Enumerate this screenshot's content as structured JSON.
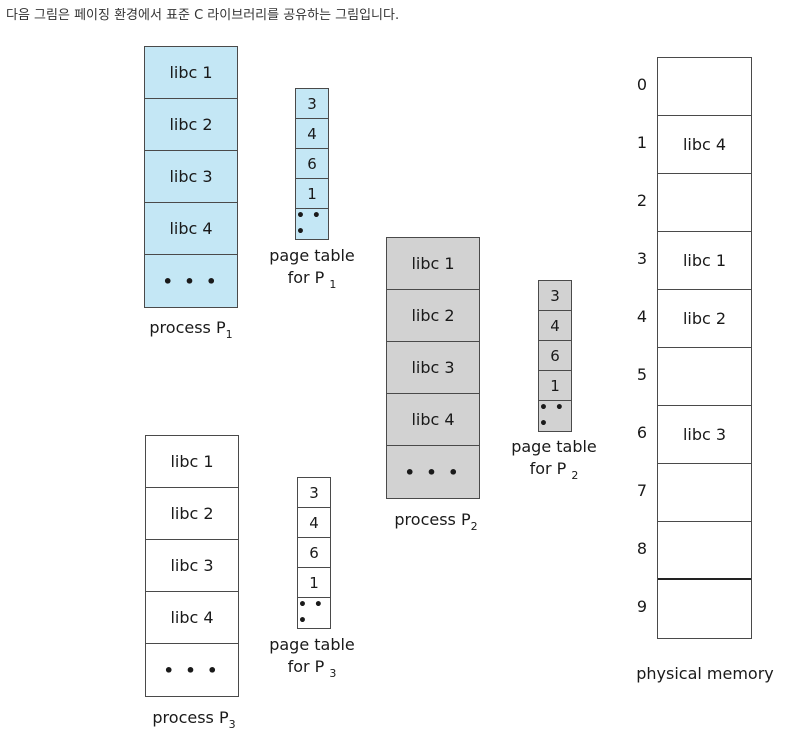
{
  "caption": "다음 그림은 페이징 환경에서 표준 C 라이브러리를 공유하는 그림입니다.",
  "processes": [
    {
      "label": "process",
      "subscript": "1",
      "pages": [
        "libc 1",
        "libc 2",
        "libc 3",
        "libc 4",
        "• • •"
      ],
      "page_table": {
        "label_line1": "page table",
        "label_line2": "for P",
        "subscript": "1",
        "entries": [
          "3",
          "4",
          "6",
          "1",
          "• • •"
        ]
      }
    },
    {
      "label": "process",
      "subscript": "2",
      "pages": [
        "libc 1",
        "libc 2",
        "libc 3",
        "libc 4",
        "• • •"
      ],
      "page_table": {
        "label_line1": "page table",
        "label_line2": "for P",
        "subscript": "2",
        "entries": [
          "3",
          "4",
          "6",
          "1",
          "• • •"
        ]
      }
    },
    {
      "label": "process",
      "subscript": "3",
      "pages": [
        "libc 1",
        "libc 2",
        "libc 3",
        "libc 4",
        "• • •"
      ],
      "page_table": {
        "label_line1": "page table",
        "label_line2": "for P",
        "subscript": "3",
        "entries": [
          "3",
          "4",
          "6",
          "1",
          "• • •"
        ]
      }
    }
  ],
  "physical_memory": {
    "label": "physical memory",
    "frame_numbers": [
      "0",
      "1",
      "2",
      "3",
      "4",
      "5",
      "6",
      "7",
      "8",
      "9"
    ],
    "frames": [
      "",
      "libc 4",
      "",
      "libc 1",
      "libc 2",
      "",
      "libc 3",
      "",
      "",
      ""
    ]
  },
  "colors": {
    "process1": "#c4e7f5",
    "process2": "#d2d2d2",
    "process3": "#ffffff",
    "border": "#4a4a4a"
  }
}
